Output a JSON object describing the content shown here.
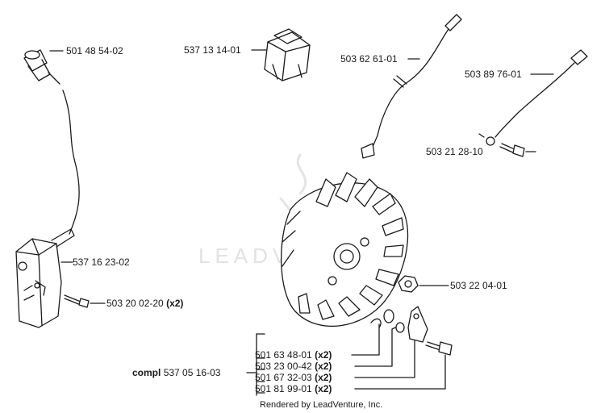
{
  "parts": [
    {
      "number": "501 48 54-02",
      "qty": ""
    },
    {
      "number": "537 13 14-01",
      "qty": ""
    },
    {
      "number": "503 62 61-01",
      "qty": ""
    },
    {
      "number": "503 89 76-01",
      "qty": ""
    },
    {
      "number": "503 21 28-10",
      "qty": ""
    },
    {
      "number": "537 16 23-02",
      "qty": ""
    },
    {
      "number": "503 20 02-20",
      "qty": "(x2)"
    },
    {
      "number": "503 22 04-01",
      "qty": ""
    },
    {
      "number": "501 63 48-01",
      "qty": "(x2)"
    },
    {
      "number": "503 23 00-42",
      "qty": "(x2)"
    },
    {
      "number": "501 67 32-03",
      "qty": "(x2)"
    },
    {
      "number": "501 81 99-01",
      "qty": "(x2)"
    }
  ],
  "kit": {
    "prefix": "compl",
    "number": "537 05 16-03"
  },
  "watermark": "LEADVENTURE",
  "footer": "Rendered by LeadVenture, Inc.",
  "colors": {
    "line": "#1a1a1a",
    "watermark": "#e2e2e2"
  }
}
